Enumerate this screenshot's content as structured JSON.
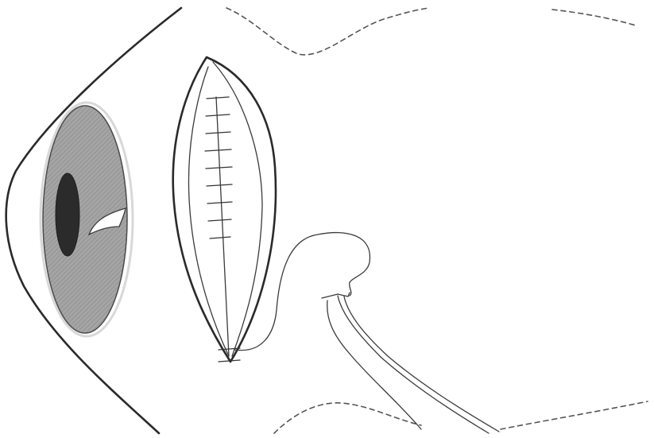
{
  "figure": {
    "subject": "",
    "elements": [
      "eye-globe-outline",
      "cornea",
      "pupil",
      "lens-fragment",
      "scleral-incision-sutured",
      "suture-thread",
      "instrument-cannula",
      "dashed-conjunctiva-outline-top",
      "dashed-conjunctiva-outline-bottom"
    ]
  },
  "colors": {
    "stroke": "#2a2a2a",
    "cornea_fill": "#9a9a9a",
    "pupil_fill": "#2b2b2b",
    "background": "#ffffff"
  }
}
